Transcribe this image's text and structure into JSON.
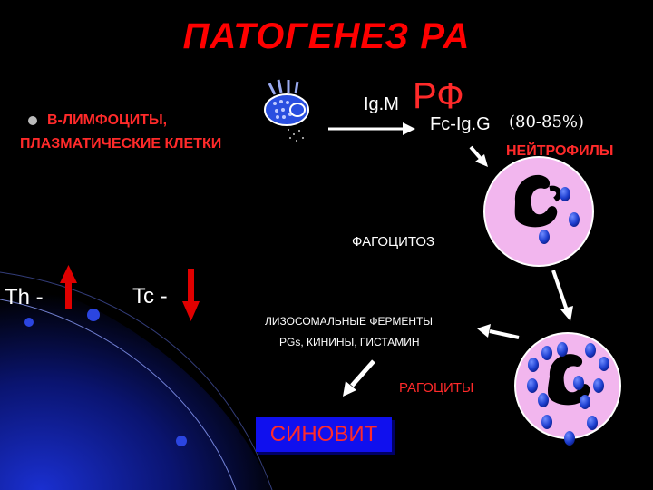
{
  "title": "ПАТОГЕНЕЗ РА",
  "left_block": {
    "line1": "В-ЛИМФОЦИТЫ,",
    "line2": "ПЛАЗМАТИЧЕСКИЕ КЛЕТКИ"
  },
  "antibodies": {
    "igm": "Ig.M",
    "rf": "РФ",
    "fc_igg": "Fc-Ig.G",
    "percent": "(80-85%)"
  },
  "neutrophils": "НЕЙТРОФИЛЫ",
  "phagocytosis": "ФАГОЦИТОЗ",
  "t_cells": {
    "th": "Th -",
    "tc": "Tc -"
  },
  "lysosomal": {
    "line1": "ЛИЗОСОМАЛЬНЫЕ ФЕРМЕНТЫ",
    "line2": "PGs, КИНИНЫ, ГИСТАМИН"
  },
  "ragocytes": "РАГОЦИТЫ",
  "synovitis": "СИНОВИТ",
  "colors": {
    "background": "#000000",
    "accent_red": "#ff0000",
    "cell_pink": "#f2b6ee",
    "granule_blue": "#1e3fd0",
    "arrow_up_red": "#e00000",
    "synovit_box": "#1010ee"
  },
  "icons": [
    "b-lymphocyte-icon",
    "neutrophil-icon",
    "ragocyte-icon",
    "arrow-up-icon",
    "arrow-down-icon"
  ]
}
